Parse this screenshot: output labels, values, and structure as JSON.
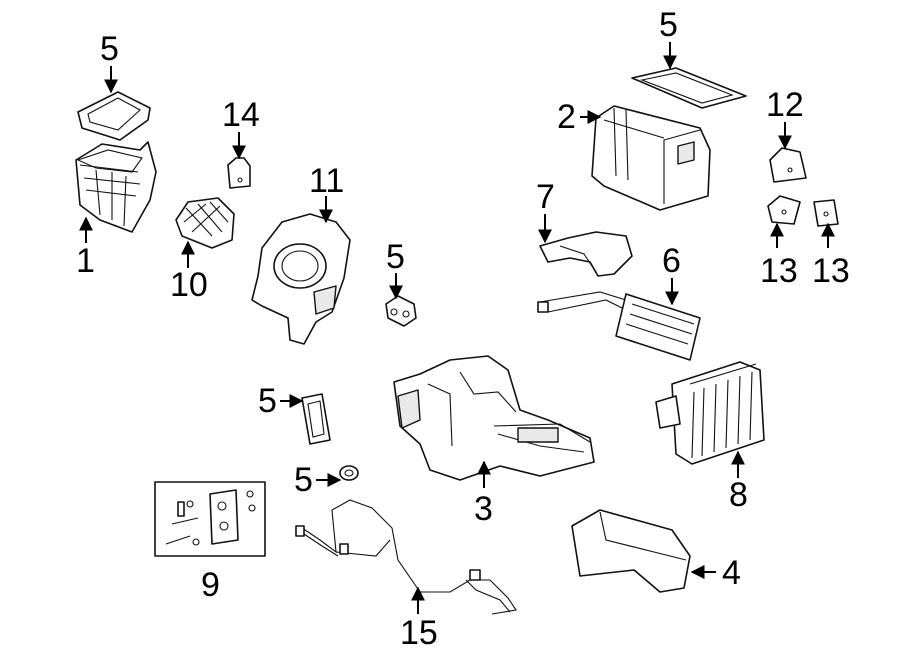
{
  "callouts": {
    "c1": "1",
    "c2": "2",
    "c3": "3",
    "c4": "4",
    "c5a": "5",
    "c5b": "5",
    "c5c": "5",
    "c5d": "5",
    "c5e": "5",
    "c6": "6",
    "c7": "7",
    "c8": "8",
    "c9": "9",
    "c10": "10",
    "c11": "11",
    "c12": "12",
    "c13a": "13",
    "c13b": "13",
    "c14": "14",
    "c15": "15"
  }
}
